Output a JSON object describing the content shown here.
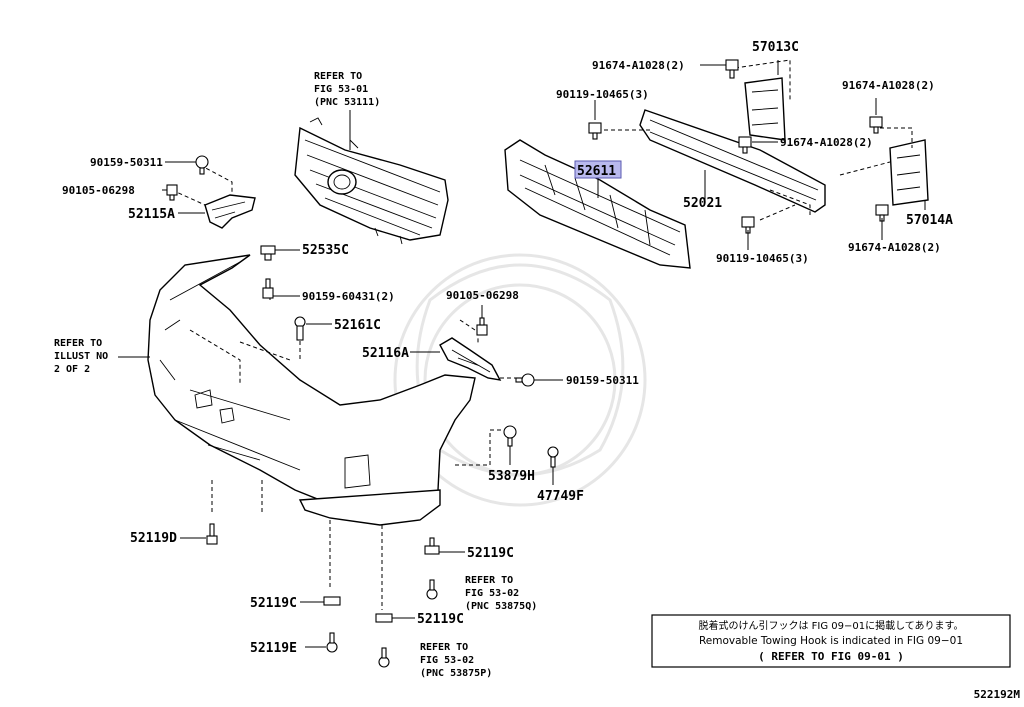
{
  "labels": {
    "pn_57013C": "57013C",
    "pn_91674_a": "91674-A1028(2)",
    "pn_91674_b": "91674-A1028(2)",
    "pn_91674_c": "91674-A1028(2)",
    "pn_91674_d": "91674-A1028(2)",
    "pn_90119_a": "90119-10465(3)",
    "pn_90119_b": "90119-10465(3)",
    "pn_52611": "52611",
    "pn_52021": "52021",
    "pn_57014A": "57014A",
    "pn_90159_50311_a": "90159-50311",
    "pn_90105_06298_a": "90105-06298",
    "pn_52115A": "52115A",
    "pn_52535C": "52535C",
    "pn_90159_60431": "90159-60431(2)",
    "pn_52161C": "52161C",
    "pn_90105_06298_b": "90105-06298",
    "pn_52116A": "52116A",
    "pn_90159_50311_b": "90159-50311",
    "pn_53879H": "53879H",
    "pn_47749F": "47749F",
    "pn_52119D": "52119D",
    "pn_52119C_a": "52119C",
    "pn_52119C_b": "52119C",
    "pn_52119C_c": "52119C",
    "pn_52119E": "52119E"
  },
  "refs": {
    "grille": [
      "REFER TO",
      "FIG 53-01",
      "(PNC 53111)"
    ],
    "illust": [
      "REFER TO",
      "ILLUST NO",
      "2 OF 2"
    ],
    "q": [
      "REFER TO",
      "FIG 53-02",
      "(PNC 53875Q)"
    ],
    "p": [
      "REFER TO",
      "FIG 53-02",
      "(PNC 53875P)"
    ]
  },
  "note": {
    "line_jp": "脱着式のけん引フックは FIG 09−01に掲載してあります。",
    "line_en": "Removable Towing Hook is indicated in FIG 09−01",
    "line_ref": "( REFER TO FIG 09-01 )"
  },
  "figure_id": "522192M",
  "highlight_part": "52611"
}
